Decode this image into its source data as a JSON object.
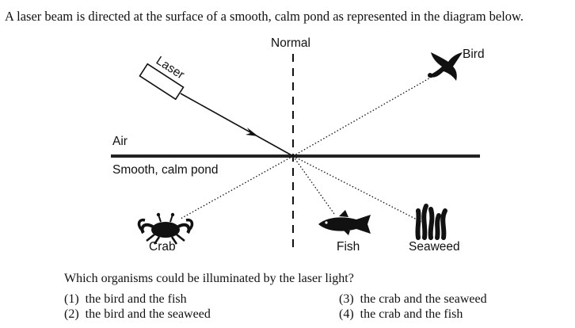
{
  "question": {
    "intro": "A laser beam is directed at the surface of a smooth, calm pond as represented in the diagram below.",
    "prompt": "Which organisms could be illuminated by the laser light?",
    "choices": [
      {
        "number": "(1)",
        "text": "the bird and the fish"
      },
      {
        "number": "(2)",
        "text": "the bird and the seaweed"
      },
      {
        "number": "(3)",
        "text": "the crab and the seaweed"
      },
      {
        "number": "(4)",
        "text": "the crab and the fish"
      }
    ]
  },
  "diagram": {
    "labels": {
      "normal": "Normal",
      "laser": "Laser",
      "bird": "Bird",
      "air": "Air",
      "pond": "Smooth, calm pond",
      "crab": "Crab",
      "fish": "Fish",
      "seaweed": "Seaweed"
    },
    "icons": [
      "laser-device-icon",
      "bird-icon",
      "crab-icon",
      "fish-icon",
      "seaweed-icon"
    ]
  }
}
